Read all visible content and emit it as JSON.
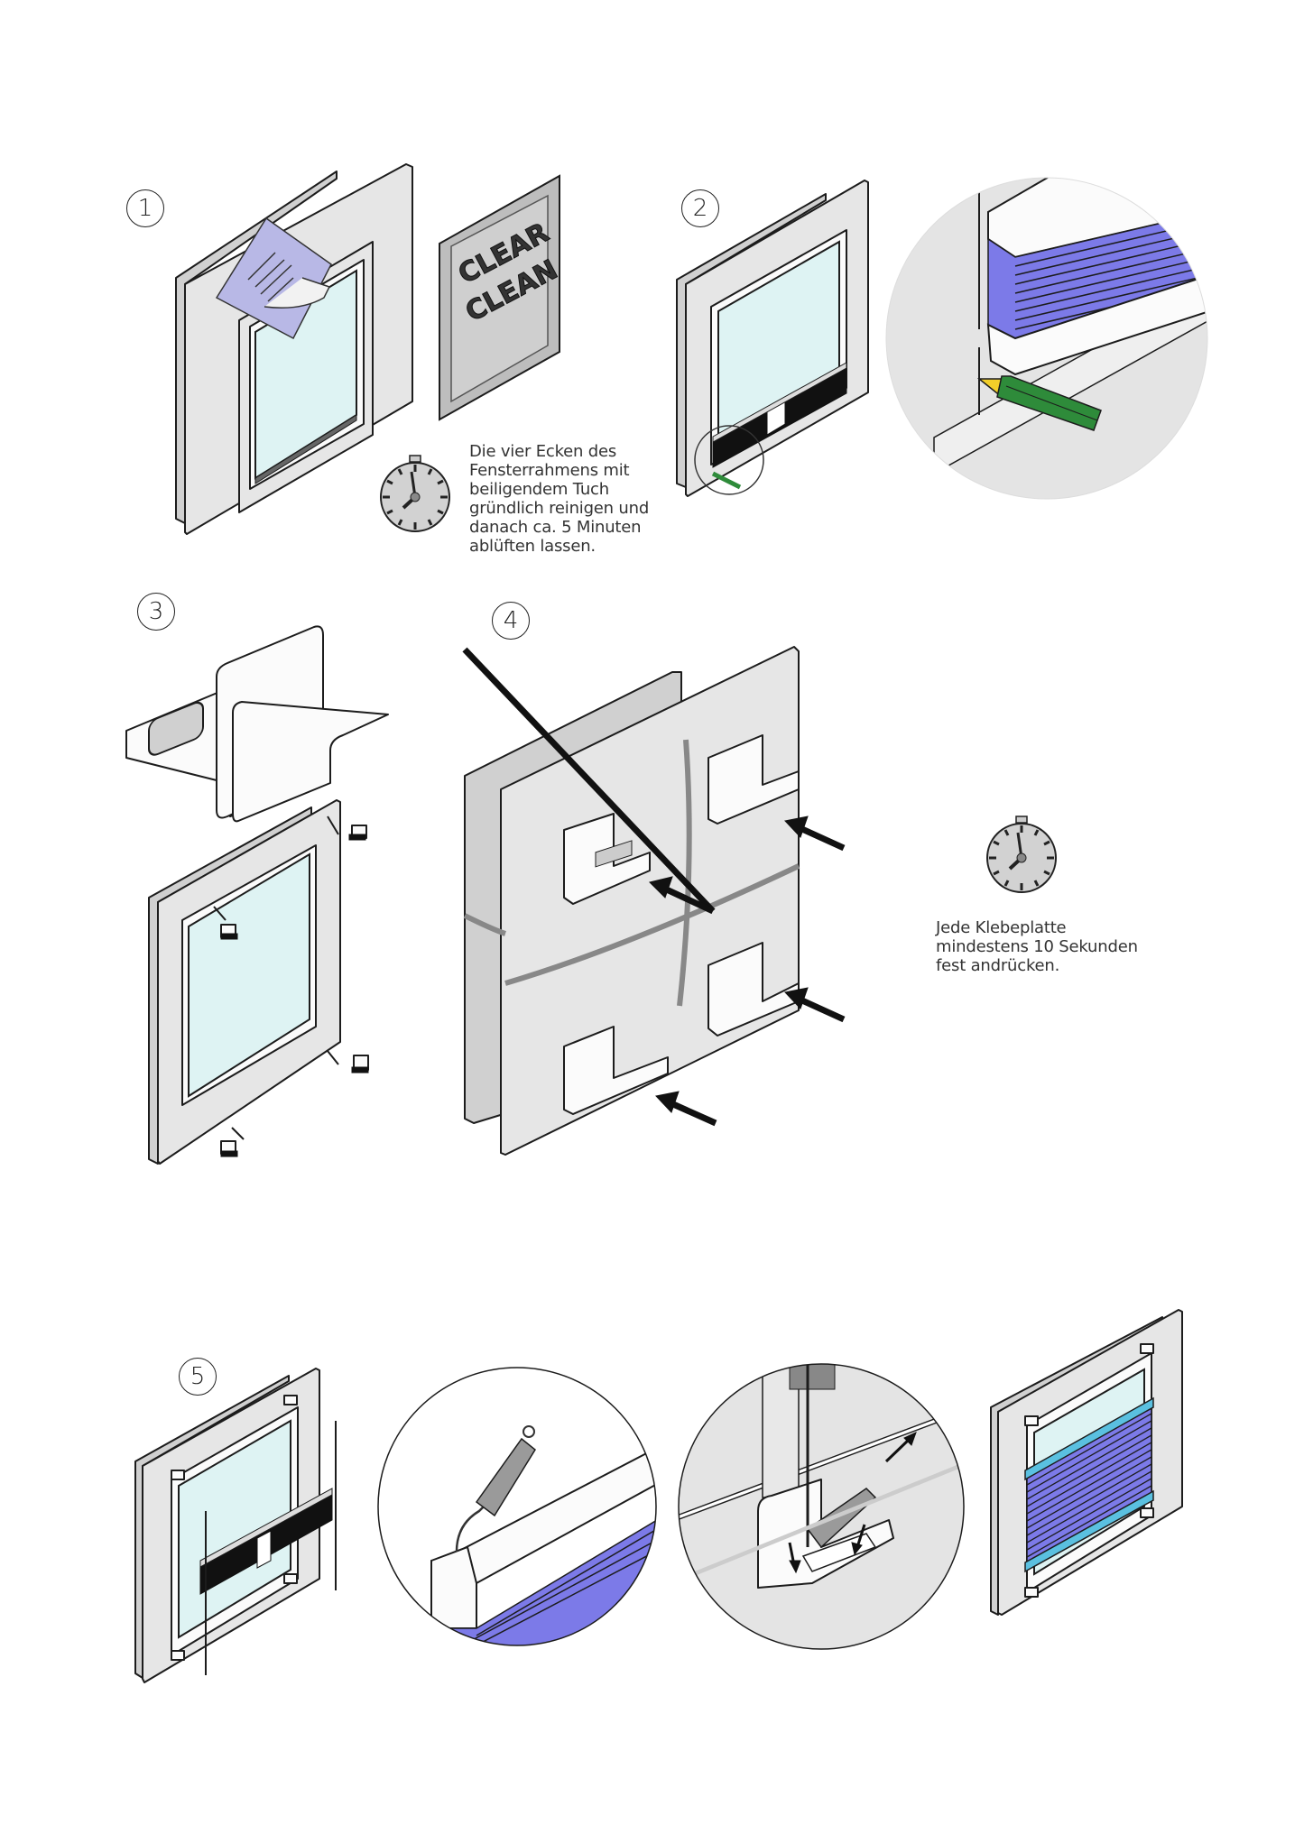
{
  "document": {
    "type": "Montageanleitung (installation instructions)",
    "colors": {
      "frame": "#e6e6e6",
      "glass": "#def3f3",
      "pleat": "#7c7ae8",
      "rail_accent": "#5ac0e0",
      "pencil": "#2e8b3a",
      "pencil_tip": "#f2cf2a",
      "cloth": "#b8b8e6",
      "text": "#333333"
    }
  },
  "steps": [
    {
      "number": "1",
      "illustrations": [
        "window-frame-with-cloth",
        "clear-clean-sachet",
        "timer-clock"
      ],
      "sachet_label_line1": "CLEAR",
      "sachet_label_line2": "CLEAN",
      "caption_lines": [
        "Die vier Ecken des",
        "Fensterrahmens mit",
        "beiligendem Tuch",
        "gründlich reinigen und",
        "danach ca. 5 Minuten",
        "ablüften lassen."
      ]
    },
    {
      "number": "2",
      "illustrations": [
        "window-with-pleated-blind-marking",
        "zoom-pencil-mark-detail"
      ]
    },
    {
      "number": "3",
      "illustrations": [
        "adhesive-bracket-peel-off",
        "window-bracket-positions"
      ]
    },
    {
      "number": "4",
      "illustrations": [
        "bracket-pack-press-arrows",
        "timer-clock"
      ],
      "caption_lines": [
        "Jede Klebeplatte",
        "mindestens 10 Sekunden",
        "fest andrücken."
      ]
    },
    {
      "number": "5",
      "illustrations": [
        "window-install-blind",
        "zoom-cord-clip",
        "zoom-clip-into-bracket",
        "finished-pleated-blind"
      ]
    }
  ]
}
